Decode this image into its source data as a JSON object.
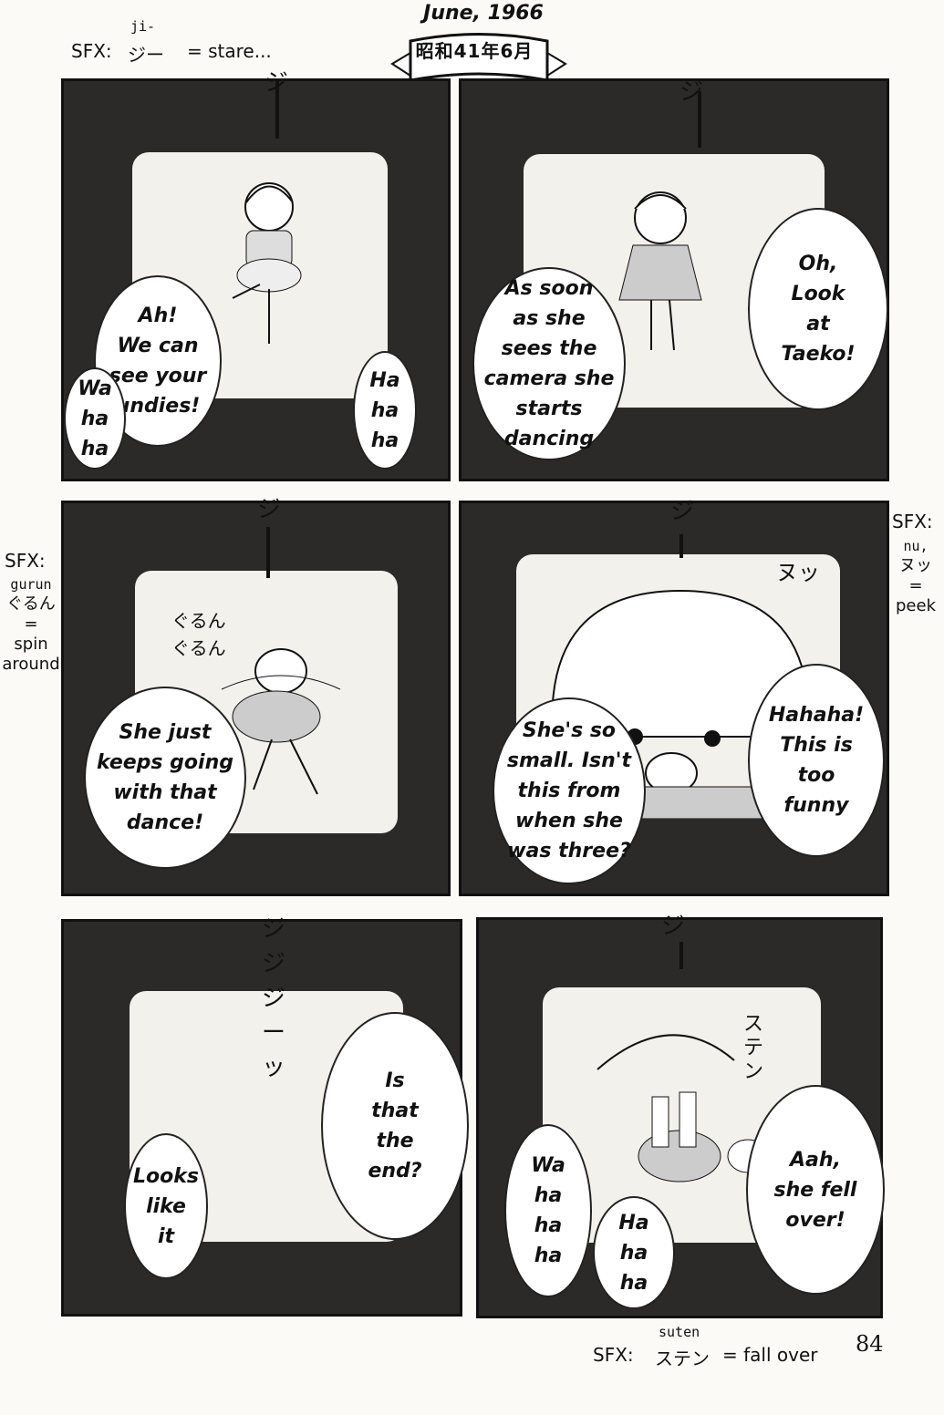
{
  "header": {
    "date_en": "June, 1966",
    "date_jp": "昭和41年6月"
  },
  "sfx_notes": {
    "ji": {
      "romaji": "ji-",
      "prefix": "SFX:",
      "kana": "ジー",
      "meaning": "= stare..."
    },
    "gurun": {
      "prefix": "SFX:",
      "romaji": "gurun",
      "kana": "ぐるん",
      "eq": "=",
      "meaning_1": "spin",
      "meaning_2": "around"
    },
    "nu": {
      "prefix": "SFX:",
      "romaji": "nu,",
      "kana": "ヌッ",
      "eq": "=",
      "meaning": "peek"
    },
    "suten": {
      "romaji": "suten",
      "prefix": "SFX:",
      "kana": "ステン",
      "meaning": "= fall over"
    }
  },
  "panels": [
    {
      "bubbles": [
        "Ah!\nWe can\nsee your\nundies!",
        "Wa\nha\nha",
        "Ha\nha\nha"
      ]
    },
    {
      "bubbles": [
        "As soon\nas she\nsees the\ncamera she\nstarts\ndancing",
        "Oh,\nLook\nat\nTaeko!"
      ]
    },
    {
      "bubbles": [
        "She just\nkeeps going\nwith that\ndance!"
      ],
      "art_sfx": "ぐるん ぐるん"
    },
    {
      "bubbles": [
        "She's so\nsmall. Isn't\nthis from\nwhen she\nwas three?",
        "Hahaha!\nThis is\ntoo\nfunny"
      ],
      "art_sfx": "ヌッ"
    },
    {
      "bubbles": [
        "Looks\nlike\nit",
        "Is\nthat\nthe\nend?"
      ],
      "art_sfx": "ジ ジ ジーッ"
    },
    {
      "bubbles": [
        "Wa\nha\nha\nha",
        "Ha\nha\nha",
        "Aah,\nshe fell\nover!"
      ],
      "art_sfx": "ステン"
    }
  ],
  "panel_sfx": "ジ",
  "page_number": "84"
}
